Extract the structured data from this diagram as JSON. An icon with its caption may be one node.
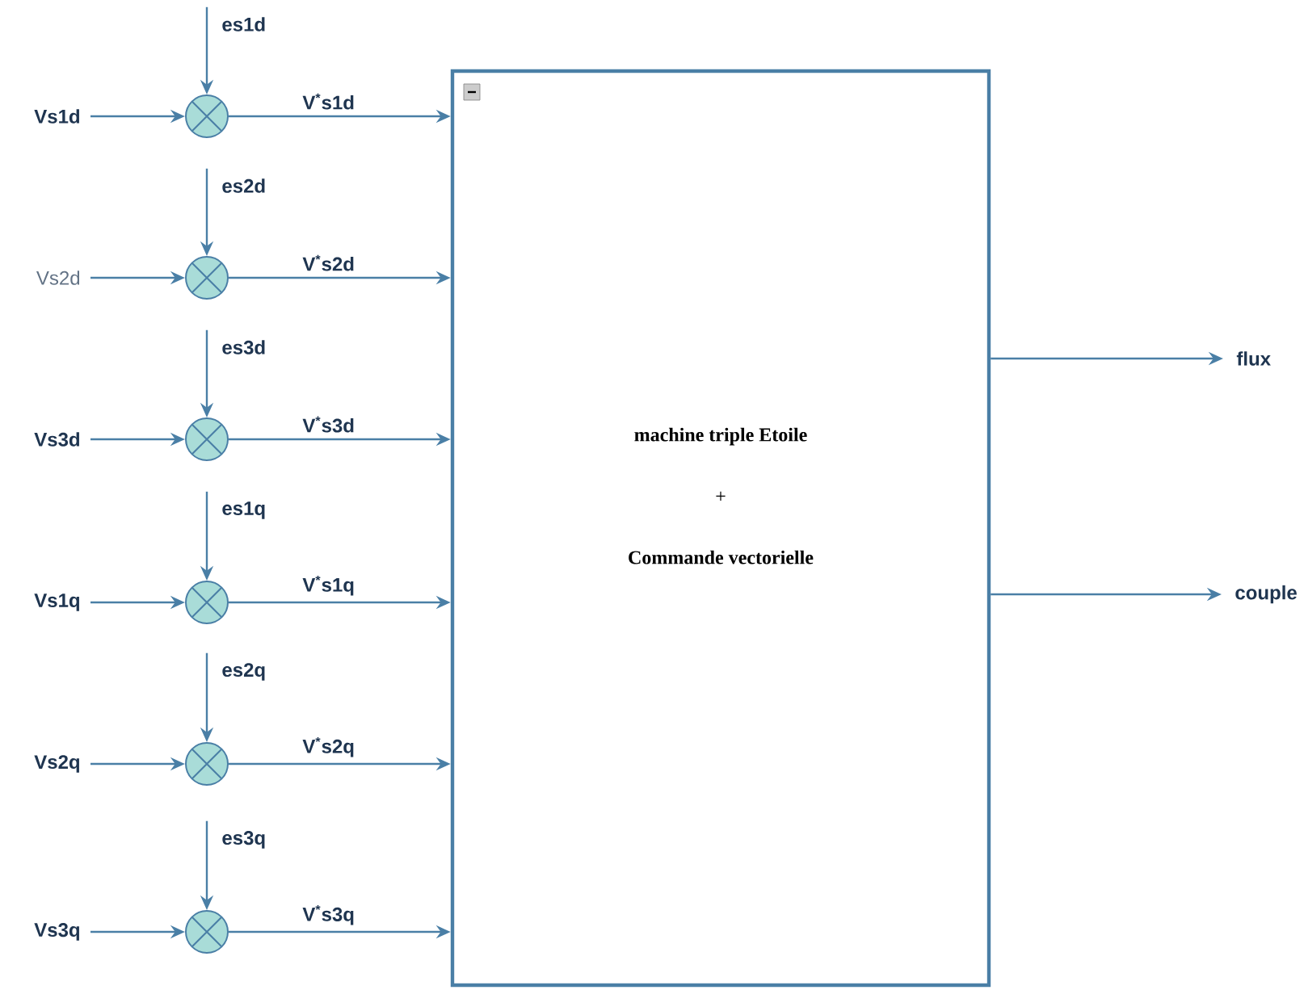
{
  "diagram": {
    "nodes": [
      {
        "text": [
          "Vs1d"
        ]
      },
      {
        "text": [
          "es1d"
        ]
      },
      {
        "text": [],
        "shape": "circle"
      },
      {
        "text": [
          "Vs2d"
        ]
      },
      {
        "text": [
          "es2d"
        ]
      },
      {
        "text": [],
        "shape": "circle"
      },
      {
        "text": [
          "Vs3d"
        ]
      },
      {
        "text": [
          "es3d"
        ]
      },
      {
        "text": [],
        "shape": "circle"
      },
      {
        "text": [
          "Vs1q"
        ]
      },
      {
        "text": [
          "es1q"
        ]
      },
      {
        "text": [],
        "shape": "circle"
      },
      {
        "text": [
          "Vs2q"
        ]
      },
      {
        "text": [
          "es2q"
        ]
      },
      {
        "text": [],
        "shape": "circle"
      },
      {
        "text": [
          "Vs3q"
        ]
      },
      {
        "text": [
          "es3q"
        ]
      },
      {
        "text": [],
        "shape": "circle"
      },
      {
        "text": [
          "machine triple Etoile",
          "+",
          "Commande vectorielle"
        ]
      },
      {
        "text": [
          "flux"
        ]
      },
      {
        "text": [
          "couple"
        ]
      }
    ],
    "edges": [
      {
        "from": 0,
        "to": 2,
        "arrow": "to"
      },
      {
        "from": 1,
        "to": 2,
        "arrow": "to"
      },
      {
        "from": 2,
        "to": 18,
        "arrow": "to",
        "label": "V$^{*}$s1d"
      },
      {
        "from": 3,
        "to": 5,
        "arrow": "to"
      },
      {
        "from": 4,
        "to": 5,
        "arrow": "to"
      },
      {
        "from": 5,
        "to": 18,
        "arrow": "to",
        "label": "V$^{*}$s2d"
      },
      {
        "from": 6,
        "to": 8,
        "arrow": "to"
      },
      {
        "from": 7,
        "to": 8,
        "arrow": "to"
      },
      {
        "from": 8,
        "to": 18,
        "arrow": "to",
        "label": "V$^{*}$s3d"
      },
      {
        "from": 9,
        "to": 11,
        "arrow": "to"
      },
      {
        "from": 10,
        "to": 11,
        "arrow": "to"
      },
      {
        "from": 11,
        "to": 18,
        "arrow": "to",
        "label": "V$^{*}$s1q"
      },
      {
        "from": 12,
        "to": 14,
        "arrow": "to"
      },
      {
        "from": 13,
        "to": 14,
        "arrow": "to"
      },
      {
        "from": 14,
        "to": 18,
        "arrow": "to",
        "label": "V$^{*}$s2q"
      },
      {
        "from": 15,
        "to": 17,
        "arrow": "to"
      },
      {
        "from": 16,
        "to": 17,
        "arrow": "to"
      },
      {
        "from": 17,
        "to": 18,
        "arrow": "to",
        "label": "V$^{*}$s3q"
      },
      {
        "from": 18,
        "to": 19,
        "arrow": "to"
      },
      {
        "from": 18,
        "to": 20,
        "arrow": "to"
      }
    ]
  }
}
